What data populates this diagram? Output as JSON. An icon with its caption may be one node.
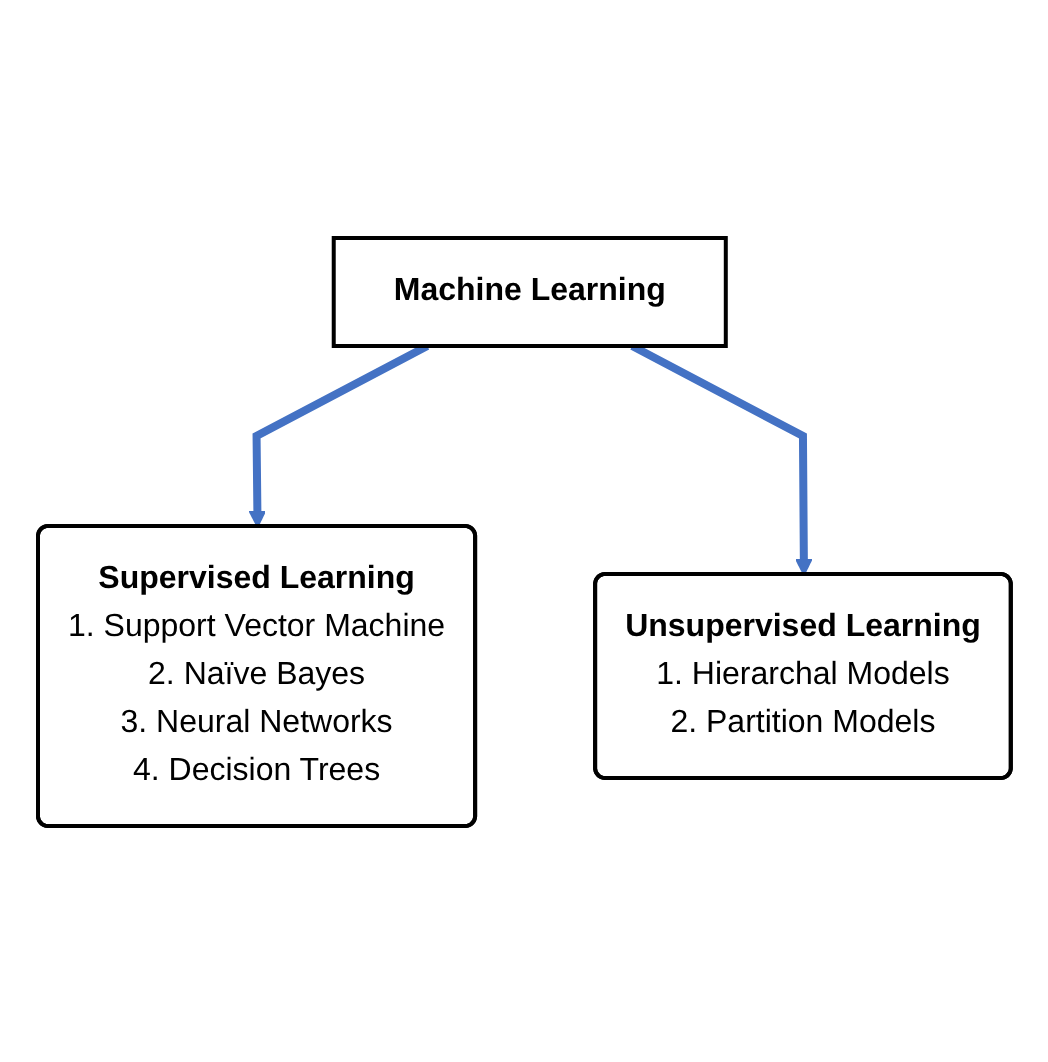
{
  "diagram": {
    "nodes": [
      {
        "text": [
          "Machine Learning"
        ]
      },
      {
        "text": [
          "Supervised Learning",
          "1. Support Vector Machine",
          "2. Naïve Bayes",
          "3. Neural Networks",
          "4. Decision Trees"
        ]
      },
      {
        "text": [
          "Unsupervised Learning",
          "1. Hierarchal Models",
          "2. Partition Models"
        ]
      }
    ],
    "edges": [
      {
        "from": 0,
        "to": 1,
        "arrow": "to"
      },
      {
        "from": 0,
        "to": 2,
        "arrow": "to"
      }
    ]
  }
}
